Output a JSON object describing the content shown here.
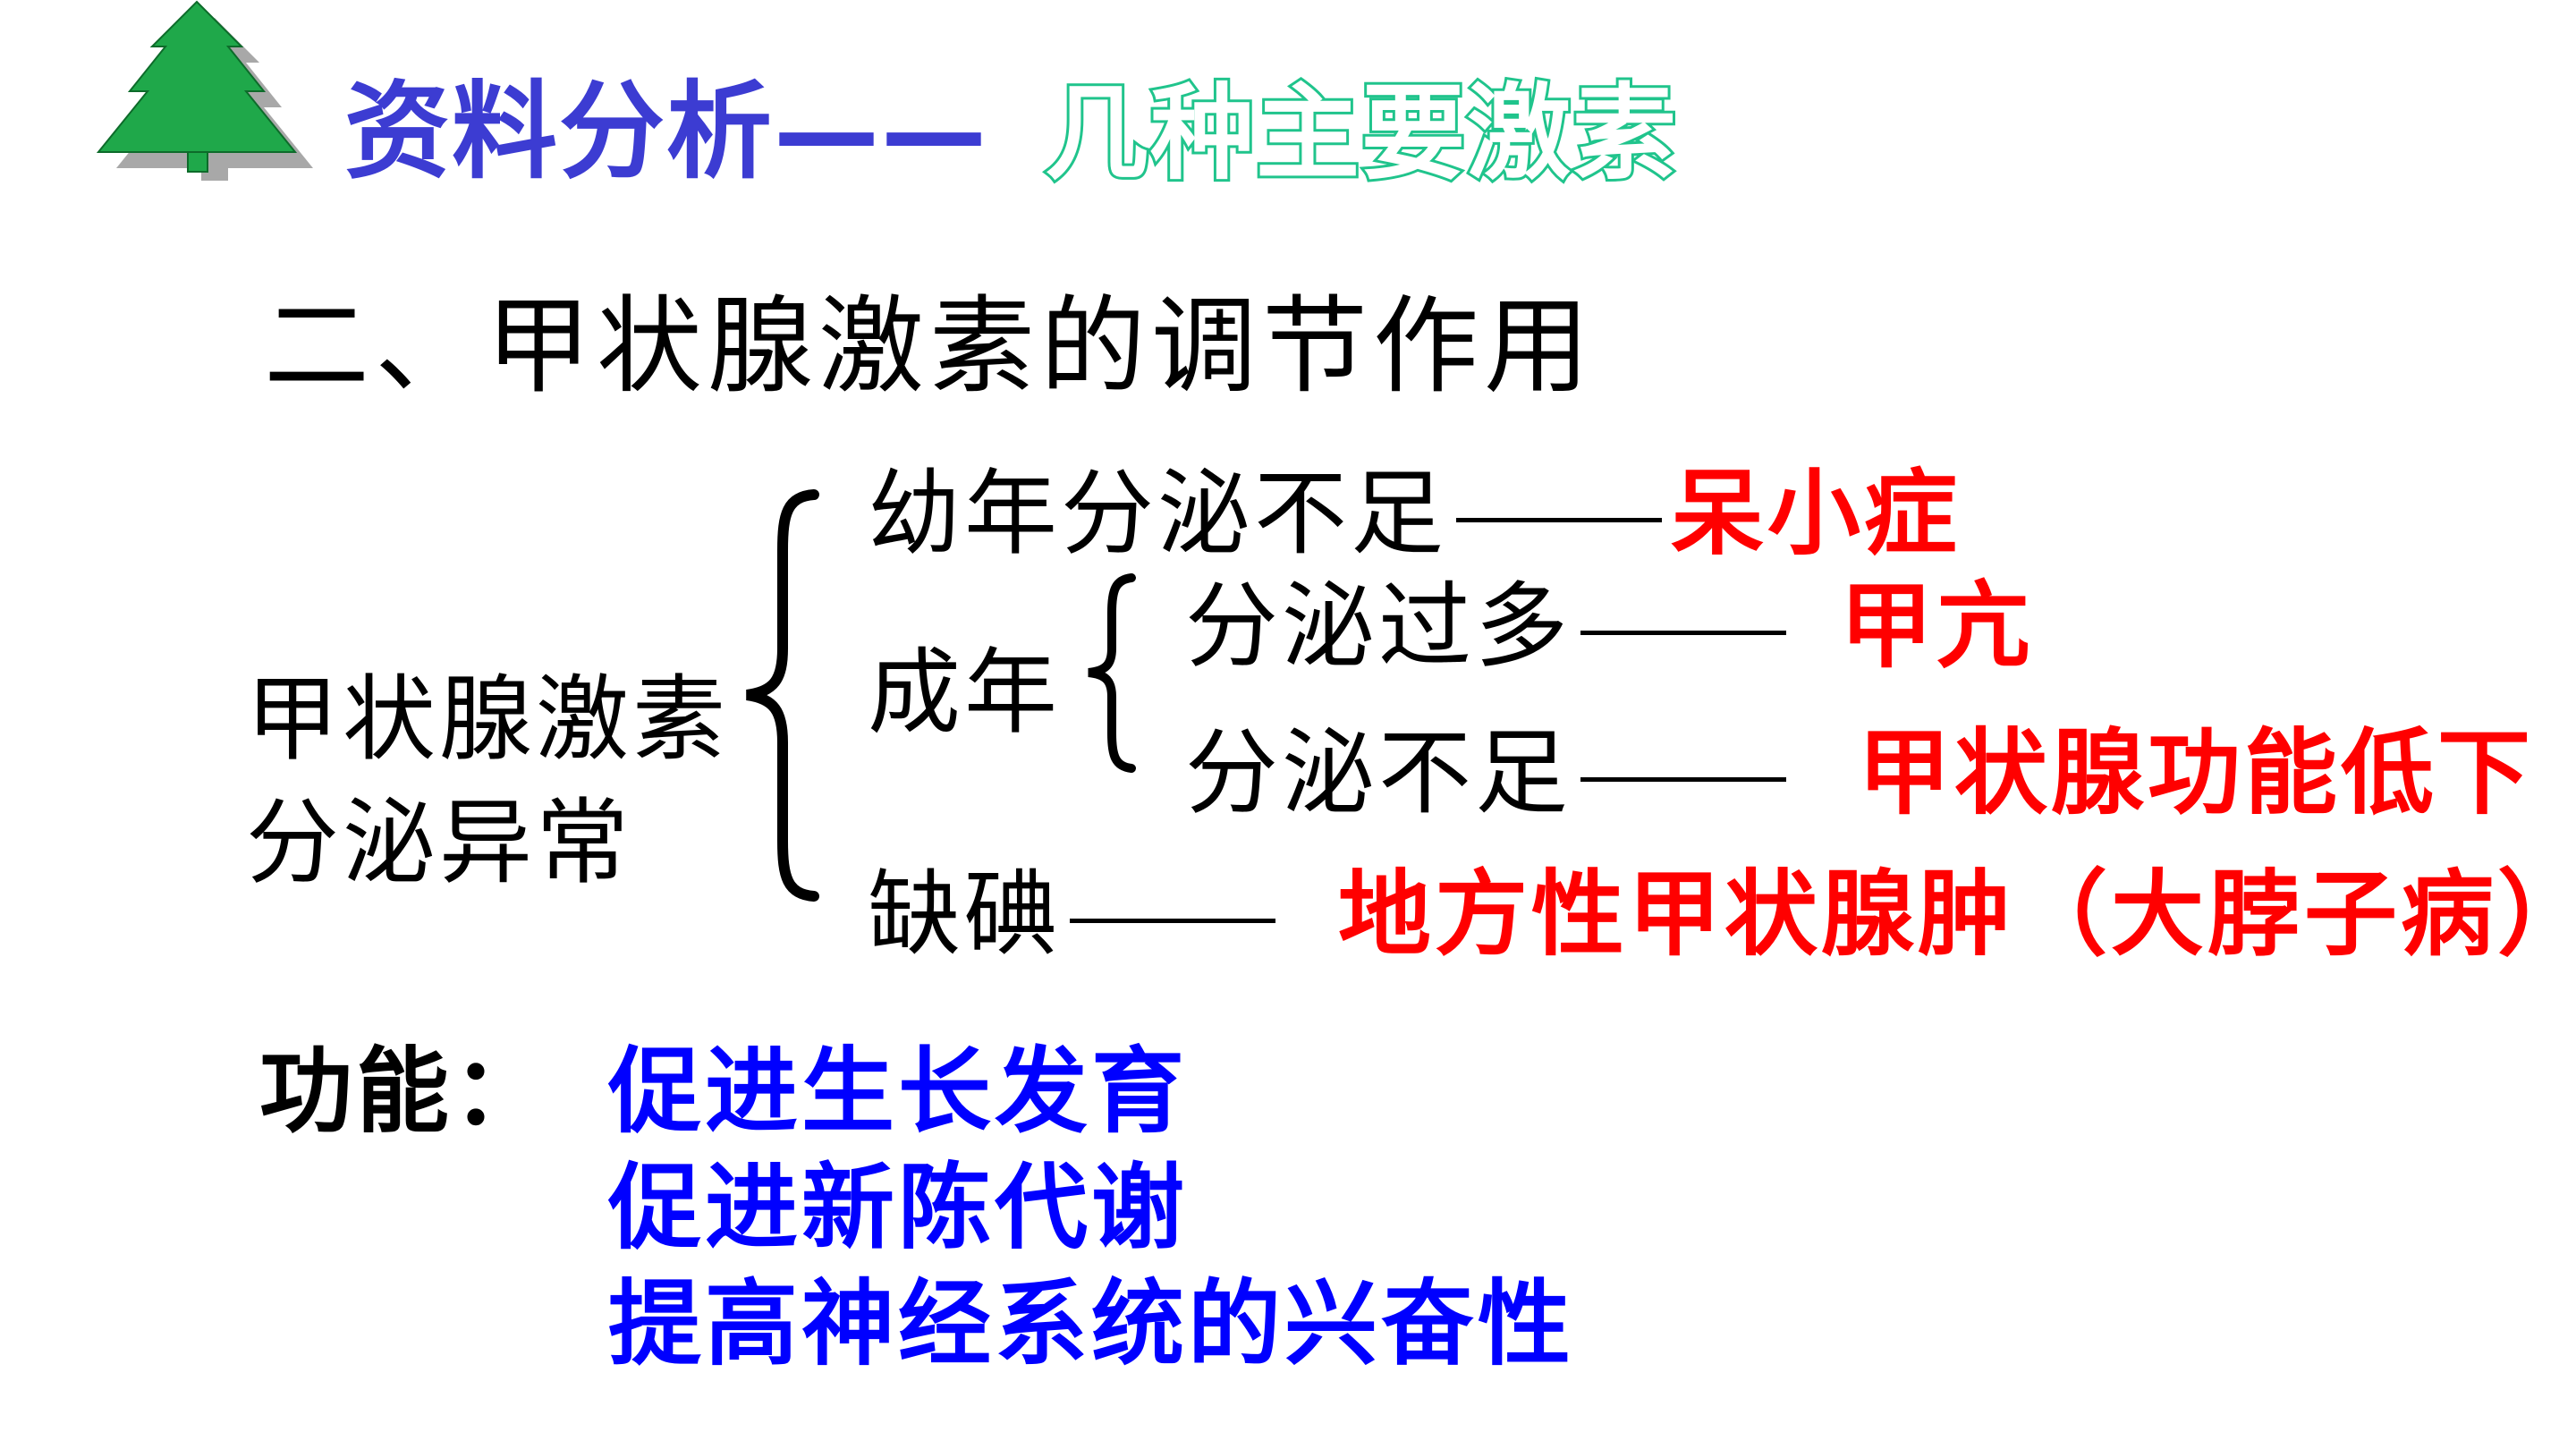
{
  "header": {
    "title_main": "资料分析——",
    "title_sub": "几种主要激素",
    "title_main_color": "#3c3cd2",
    "title_sub_stroke_color": "#20c48c"
  },
  "section": {
    "title": "二、甲状腺激素的调节作用"
  },
  "diagram": {
    "root_line1": "甲状腺激素",
    "root_line2": "分泌异常",
    "branch_child": "幼年分泌不足",
    "child_disease": "呆小症",
    "branch_adult": "成年",
    "adult_excess": "分泌过多",
    "adult_excess_disease": "甲亢",
    "adult_deficit": "分泌不足",
    "adult_deficit_disease": "甲状腺功能低下",
    "branch_iodine": "缺碘",
    "iodine_disease": "地方性甲状腺肿（大脖子病）",
    "dash": "——"
  },
  "function": {
    "label": "功能：",
    "items": [
      "促进生长发育",
      "促进新陈代谢",
      "提高神经系统的兴奋性"
    ]
  },
  "colors": {
    "disease": "#ff0000",
    "function_items": "#0000ff",
    "tree": "#1fa84a"
  },
  "icons": {
    "logo": "pine-tree-icon"
  }
}
